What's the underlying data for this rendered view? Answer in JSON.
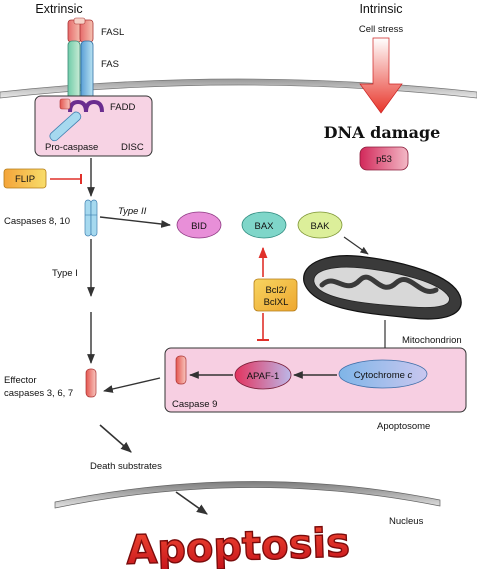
{
  "headers": {
    "extrinsic": "Extrinsic",
    "intrinsic": "Intrinsic"
  },
  "receptor": {
    "fasl": "FASL",
    "fas": "FAS",
    "fadd": "FADD",
    "procaspase": "Pro-caspase",
    "disc": "DISC"
  },
  "intrinsic": {
    "cell_stress": "Cell stress",
    "dna_damage": "DNA damage",
    "p53": "p53"
  },
  "flip": "FLIP",
  "caspases_8_10": "Caspases 8, 10",
  "type_ii": "Type II",
  "type_i": "Type I",
  "bid": "BID",
  "bax": "BAX",
  "bak": "BAK",
  "bcl2": {
    "line1": "Bcl2/",
    "line2": "BclXL"
  },
  "mitochondrion": "Mitochondrion",
  "effector": {
    "line1": "Effector",
    "line2": "caspases 3, 6, 7"
  },
  "apaf1": "APAF-1",
  "cytochrome": {
    "main": "Cytochrome ",
    "italic": "c"
  },
  "caspase9": "Caspase 9",
  "apoptosome": "Apoptosome",
  "death_substrates": "Death substrates",
  "nucleus": "Nucleus",
  "apoptosis": "Apoptosis",
  "colors": {
    "red_inhibition": "#e0302a",
    "arrow": "#333333",
    "disc_fill": "#f7d3e4",
    "apoptosome_fill": "#f7cfe2",
    "flip_fill": "#f2c14a",
    "bcl2_fill": "#f2c14a",
    "bid_fill": "#e88fd8",
    "bax_fill": "#7fd6c9",
    "bak_fill": "#dcef9a",
    "p53_fill": "#d63a62",
    "apaf1_fill": "#d33560",
    "cytochrome_fill": "#8fbfe8",
    "apoptosis_text": "#e8231c"
  }
}
